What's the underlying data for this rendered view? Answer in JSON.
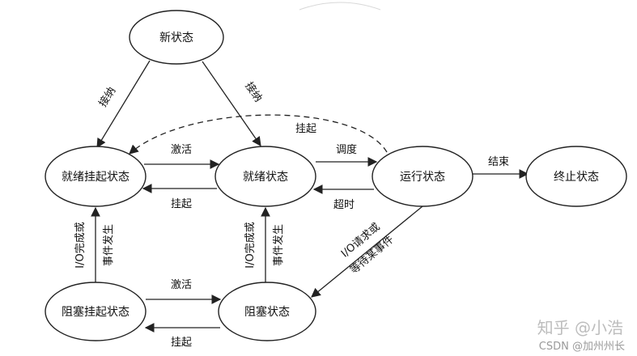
{
  "nodes": {
    "new": "新状态",
    "ready_suspend": "就绪挂起状态",
    "ready": "就绪状态",
    "running": "运行状态",
    "terminated": "终止状态",
    "blocked_suspend": "阻塞挂起状态",
    "blocked": "阻塞状态"
  },
  "edges": {
    "admit_left": "接纳",
    "admit_right": "接纳",
    "suspend_dashed": "挂起",
    "activate_top": "激活",
    "suspend_mid": "挂起",
    "dispatch": "调度",
    "timeout": "超时",
    "exit": "结束",
    "io_complete_left_1": "I/O完成或",
    "io_complete_left_2": "事件发生",
    "io_complete_mid_1": "I/O完成或",
    "io_complete_mid_2": "事件发生",
    "io_request_1": "I/O请求或",
    "io_request_2": "等待某事件",
    "activate_bottom": "激活",
    "suspend_bottom": "挂起"
  },
  "watermark": {
    "zhihu": "知乎 @小浩",
    "csdn": "CSDN @加州州长"
  }
}
